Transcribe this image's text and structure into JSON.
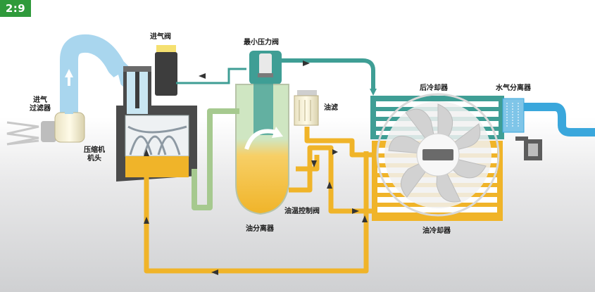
{
  "badge": {
    "text": "2:9"
  },
  "labels": {
    "intake_valve": "进气阀",
    "min_pressure_valve": "最小压力阀",
    "after_cooler": "后冷却器",
    "water_separator": "水气分离器",
    "intake_filter_line1": "进气",
    "intake_filter_line2": "过滤器",
    "oil_filter": "油滤",
    "compressor_line1": "压缩机",
    "compressor_line2": "机头",
    "oil_temp_valve": "油温控制阀",
    "oil_separator": "油分离器",
    "oil_cooler": "油冷却器"
  },
  "colors": {
    "badge": "#2f9a3b",
    "air_intake": "#a9d6ee",
    "compressed_air": "#3f9e95",
    "oil_air_mix": "#a6c98f",
    "oil": "#f0b429",
    "cooled_air": "#3aa7dc",
    "housing": "#4a4a4a"
  },
  "icons": {
    "fan": "cooling-fan-icon",
    "screw": "screw-rotor-icon",
    "flow_arrow": "flow-arrow-icon"
  }
}
